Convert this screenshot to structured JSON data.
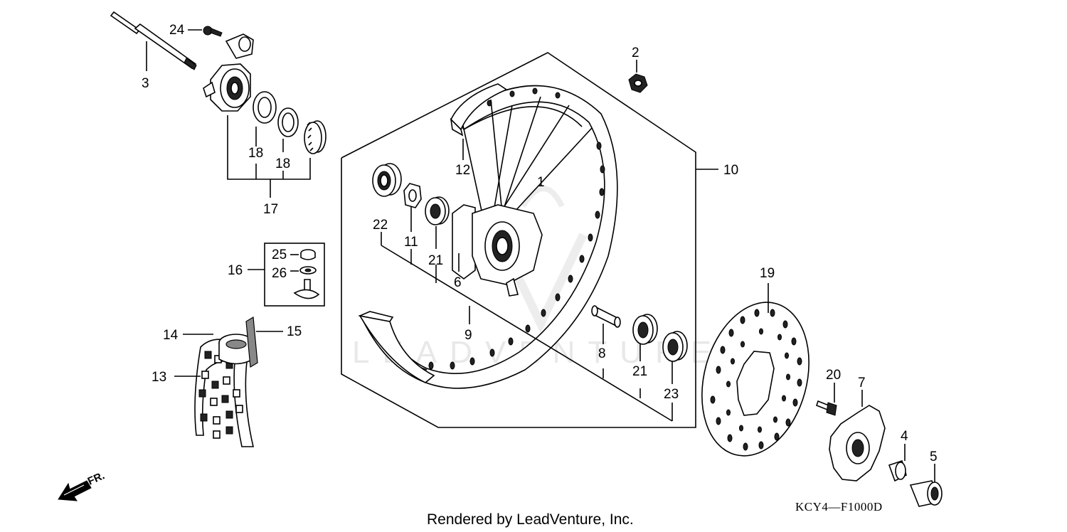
{
  "callouts": {
    "c1": "1",
    "c2": "2",
    "c3": "3",
    "c4": "4",
    "c5": "5",
    "c6": "6",
    "c7": "7",
    "c8": "8",
    "c9": "9",
    "c10": "10",
    "c11": "11",
    "c12": "12",
    "c13": "13",
    "c14": "14",
    "c15": "15",
    "c16": "16",
    "c17": "17",
    "c18a": "18",
    "c18b": "18",
    "c19": "19",
    "c20": "20",
    "c21a": "21",
    "c21b": "21",
    "c22": "22",
    "c23": "23",
    "c24": "24",
    "c25": "25",
    "c26": "26"
  },
  "diagram_code": "KCY4—F1000D",
  "credit": "Rendered by LeadVenture, Inc.",
  "front_label": "FR.",
  "watermark": "LEADVENTURE",
  "icons": [
    "front-direction-arrow-icon",
    "leadventure-watermark-logo"
  ]
}
